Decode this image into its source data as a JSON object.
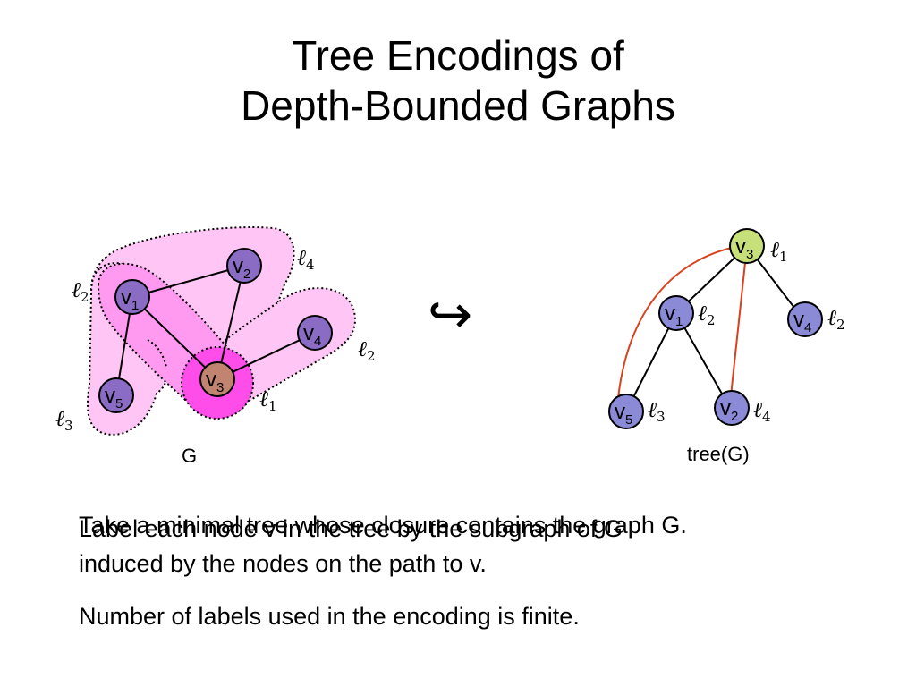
{
  "title_line1": "Tree Encodings of",
  "title_line2": "Depth-Bounded Graphs",
  "graph_label": "G",
  "tree_label": "tree(G)",
  "hook_arrow": "↪",
  "node_letter": "v",
  "label_letter": "ℓ",
  "graph_nodes": [
    {
      "id": "v1",
      "sub": "1",
      "fill": "#8a6cc4"
    },
    {
      "id": "v2",
      "sub": "2",
      "fill": "#8a6cc4"
    },
    {
      "id": "v3",
      "sub": "3",
      "fill": "#c08470"
    },
    {
      "id": "v4",
      "sub": "4",
      "fill": "#8a6cc4"
    },
    {
      "id": "v5",
      "sub": "5",
      "fill": "#8a6cc4"
    }
  ],
  "graph_edges": [
    [
      "v1",
      "v2"
    ],
    [
      "v1",
      "v3"
    ],
    [
      "v1",
      "v5"
    ],
    [
      "v2",
      "v3"
    ],
    [
      "v3",
      "v4"
    ]
  ],
  "graph_region_labels": [
    {
      "name": "l4",
      "sub": "4"
    },
    {
      "name": "l2-left",
      "sub": "2"
    },
    {
      "name": "l2-right",
      "sub": "2"
    },
    {
      "name": "l1",
      "sub": "1"
    },
    {
      "name": "l3",
      "sub": "3"
    }
  ],
  "tree_nodes": [
    {
      "id": "v3",
      "sub": "3",
      "fill": "#c8e07a",
      "label_sub": "1"
    },
    {
      "id": "v1",
      "sub": "1",
      "fill": "#8a8ad6",
      "label_sub": "2"
    },
    {
      "id": "v4",
      "sub": "4",
      "fill": "#8a8ad6",
      "label_sub": "2"
    },
    {
      "id": "v5",
      "sub": "5",
      "fill": "#8a8ad6",
      "label_sub": "3"
    },
    {
      "id": "v2",
      "sub": "2",
      "fill": "#8a8ad6",
      "label_sub": "4"
    }
  ],
  "tree_edges": [
    [
      "v3",
      "v1"
    ],
    [
      "v3",
      "v4"
    ],
    [
      "v1",
      "v5"
    ],
    [
      "v1",
      "v2"
    ]
  ],
  "tree_back_edges": [
    [
      "v3",
      "v5"
    ],
    [
      "v3",
      "v2"
    ]
  ],
  "colors": {
    "region_light": "#ffc6f5",
    "region_mid": "#ff9af0",
    "region_strong": "#ff4dea",
    "back_edge": "#d9411e"
  },
  "text_line1a": "Take a minimal tree whose closure contains the graph G.",
  "text_line1b": "Label each node v in the tree by the subgraph of G",
  "text_line2": "induced by the nodes on the path to v.",
  "text_line3": "Number of labels used in the encoding is finite."
}
